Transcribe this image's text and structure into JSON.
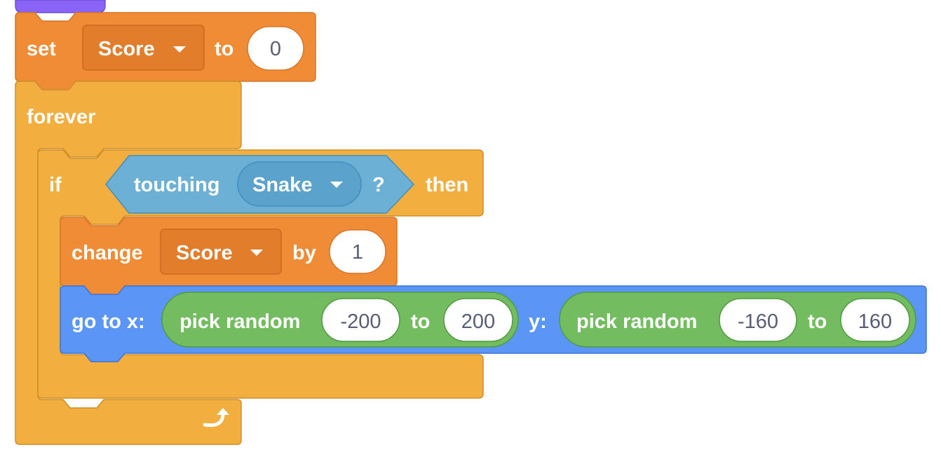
{
  "colors": {
    "events": "#8a63f7",
    "variables": "#f08c35",
    "variables_dark": "#d9752a",
    "control": "#f2ae3f",
    "control_dark": "#cf8f26",
    "sensing": "#6cb0d6",
    "sensing_dark": "#3f8fbf",
    "motion": "#5b96f6",
    "motion_dark": "#3e74d6",
    "operators": "#73bd60",
    "operators_dark": "#4e9a40",
    "input_text": "#575e75"
  },
  "blocks": {
    "set_var": {
      "label": "set",
      "variable": "Score",
      "to_label": "to",
      "value": "0"
    },
    "forever": {
      "label": "forever",
      "loop_icon": "loop-arrow-icon"
    },
    "if_block": {
      "label": "if",
      "then_label": "then",
      "condition": {
        "label": "touching",
        "object": "Snake",
        "question": "?"
      }
    },
    "change_var": {
      "label": "change",
      "variable": "Score",
      "by_label": "by",
      "value": "1"
    },
    "goto": {
      "label": "go to x:",
      "y_label": "y:",
      "x_random": {
        "label": "pick random",
        "from": "-200",
        "to_label": "to",
        "to": "200"
      },
      "y_random": {
        "label": "pick random",
        "from": "-160",
        "to_label": "to",
        "to": "160"
      }
    }
  }
}
